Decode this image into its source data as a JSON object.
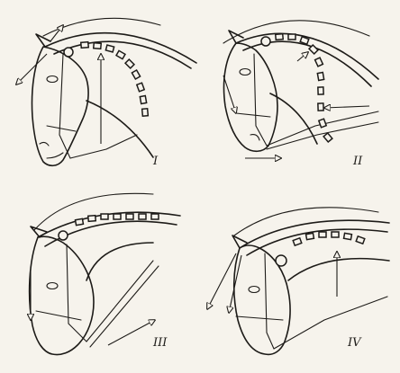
{
  "panels": [
    {
      "id": "panel-1",
      "label": "I"
    },
    {
      "id": "panel-2",
      "label": "II"
    },
    {
      "id": "panel-3",
      "label": "III"
    },
    {
      "id": "panel-4",
      "label": "IV"
    }
  ]
}
